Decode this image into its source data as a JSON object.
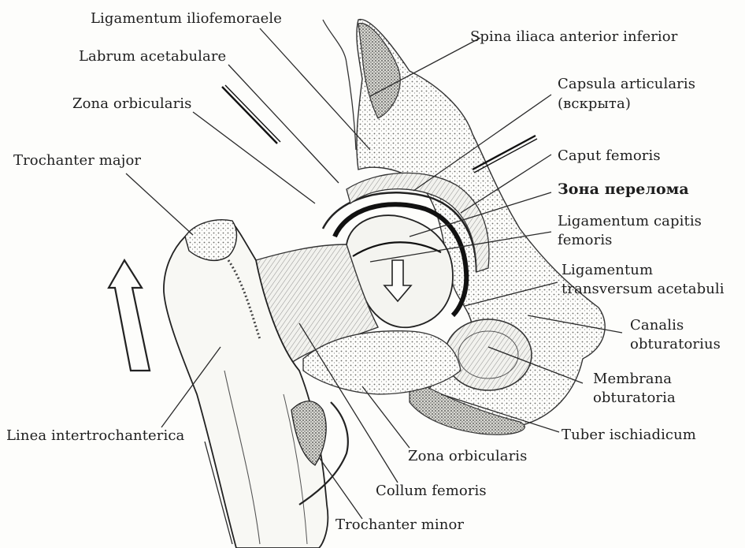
{
  "labels": {
    "lig_iliofemorale": "Ligamentum iliofemoraele",
    "spina": "Spina iliaca anterior inferior",
    "labrum": "Labrum acetabulare",
    "capsula_1": "Capsula articularis",
    "capsula_2": "(вскрыта)",
    "zona_orb_top": "Zona orbicularis",
    "caput": "Caput femoris",
    "troch_major": "Trochanter major",
    "fracture_zone": "Зона перелома",
    "lig_capitis_1": "Ligamentum capitis",
    "lig_capitis_2": "femoris",
    "lig_transv_1": "Ligamentum",
    "lig_transv_2": "transversum acetabuli",
    "canalis_1": "Canalis",
    "canalis_2": "obturatorius",
    "membrana_1": "Membrana",
    "membrana_2": "obturatoria",
    "linea": "Linea intertrochanterica",
    "tuber": "Tuber ischiadicum",
    "zona_orb_bottom": "Zona orbicularis",
    "collum": "Collum femoris",
    "troch_minor": "Trochanter minor"
  },
  "colors": {
    "ink": "#1e1e1e",
    "bone_shade": "#8a8a86",
    "paper": "#fdfdfb"
  }
}
